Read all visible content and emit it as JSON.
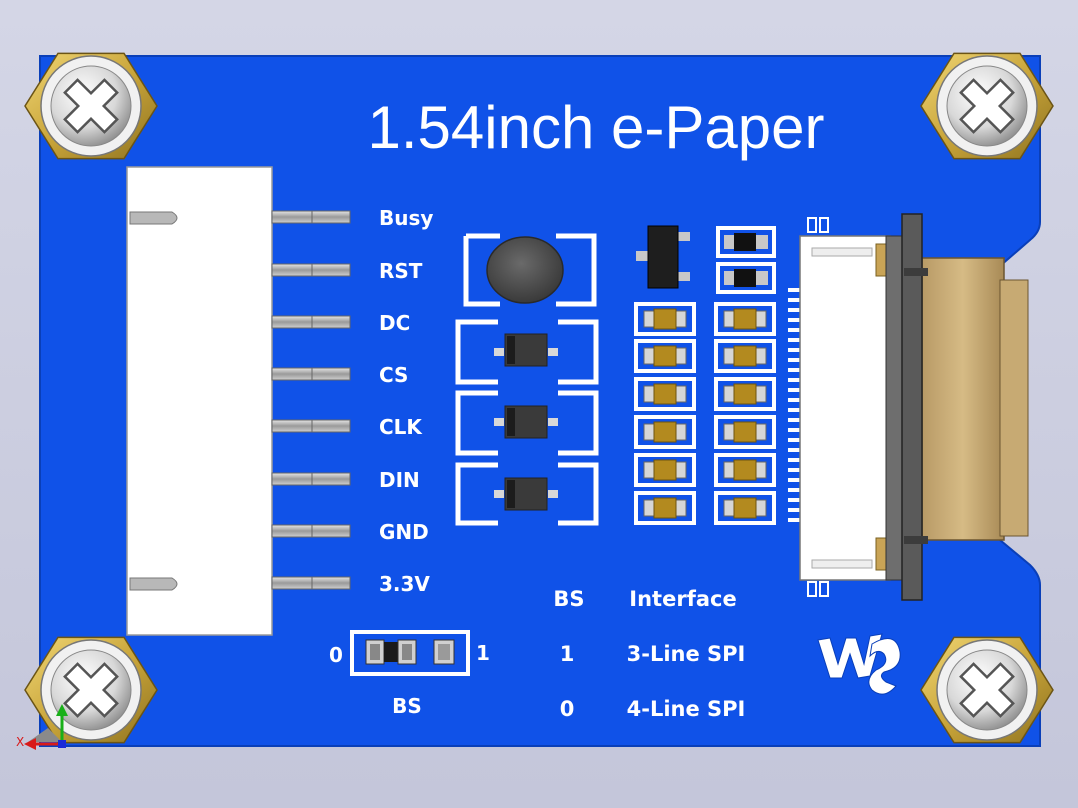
{
  "board": {
    "title": "1.54inch e-Paper",
    "colors": {
      "pcb": "#1052e8",
      "silk": "#ffffff",
      "gold": "#d4b34a",
      "background": "#cdd0e2"
    }
  },
  "pins": [
    "Busy",
    "RST",
    "DC",
    "CS",
    "CLK",
    "DIN",
    "GND",
    "3.3V"
  ],
  "jumper": {
    "left": "0",
    "right": "1",
    "label": "BS"
  },
  "interface_table": {
    "headers": [
      "BS",
      "Interface"
    ],
    "rows": [
      [
        "1",
        "3-Line SPI"
      ],
      [
        "0",
        "4-Line SPI"
      ]
    ]
  },
  "axis": {
    "x_label": "X"
  },
  "logo": "waveshare-logo"
}
